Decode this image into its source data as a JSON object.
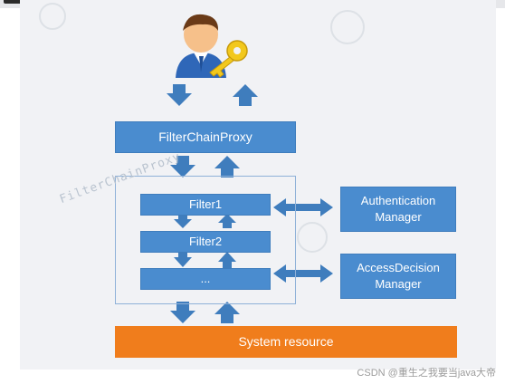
{
  "nodes": {
    "proxy": "FilterChainProxy",
    "filter1": "Filter1",
    "filter2": "Filter2",
    "filter_more": "...",
    "auth_manager": "Authentication\nManager",
    "access_manager": "AccessDecision\nManager",
    "resource": "System resource"
  },
  "frame_label": "FilterChainProxy",
  "watermark": "CSDN @重生之我要当java大帝",
  "icons": [
    "user-with-key-icon"
  ],
  "colors": {
    "box_blue": "#4a8ccf",
    "arrow_blue": "#3f7dbd",
    "resource_orange": "#f07d1c",
    "frame_border": "#8fb1d8",
    "background": "#f1f2f5"
  }
}
